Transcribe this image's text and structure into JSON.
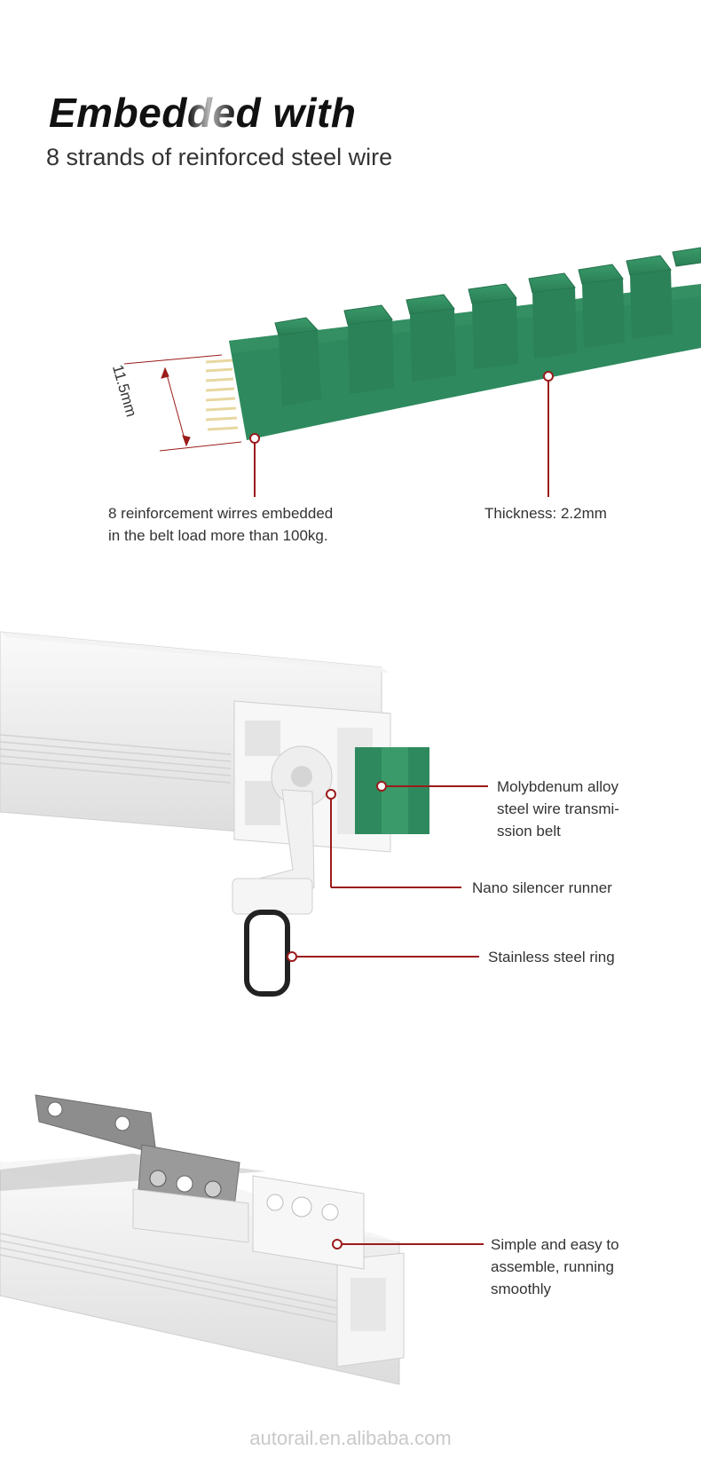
{
  "heading": {
    "line1_before": "Embed",
    "line1_fade": "de",
    "line1_after": "d with",
    "line2": "8 strands of reinforced steel wire"
  },
  "belt": {
    "width_label": "11.5mm",
    "wires_caption_line1": "8 reinforcement wirres embedded",
    "wires_caption_line2": "in the belt load more than 100kg.",
    "thickness_caption": "Thickness: 2.2mm"
  },
  "track": {
    "belt_label_line1": "Molybdenum alloy",
    "belt_label_line2": "steel wire transmi-",
    "belt_label_line3": "ssion belt",
    "runner_label": "Nano silencer runner",
    "ring_label": "Stainless steel ring"
  },
  "assembly": {
    "label_line1": "Simple and easy to",
    "label_line2": "assemble,  running",
    "label_line3": "smoothly"
  },
  "footer": {
    "watermark": "autorail.en.alibaba.com"
  },
  "colors": {
    "belt_green": "#2e8a5e",
    "callout_red": "#9b1b1b",
    "wire_gold": "#e8d7a0"
  }
}
